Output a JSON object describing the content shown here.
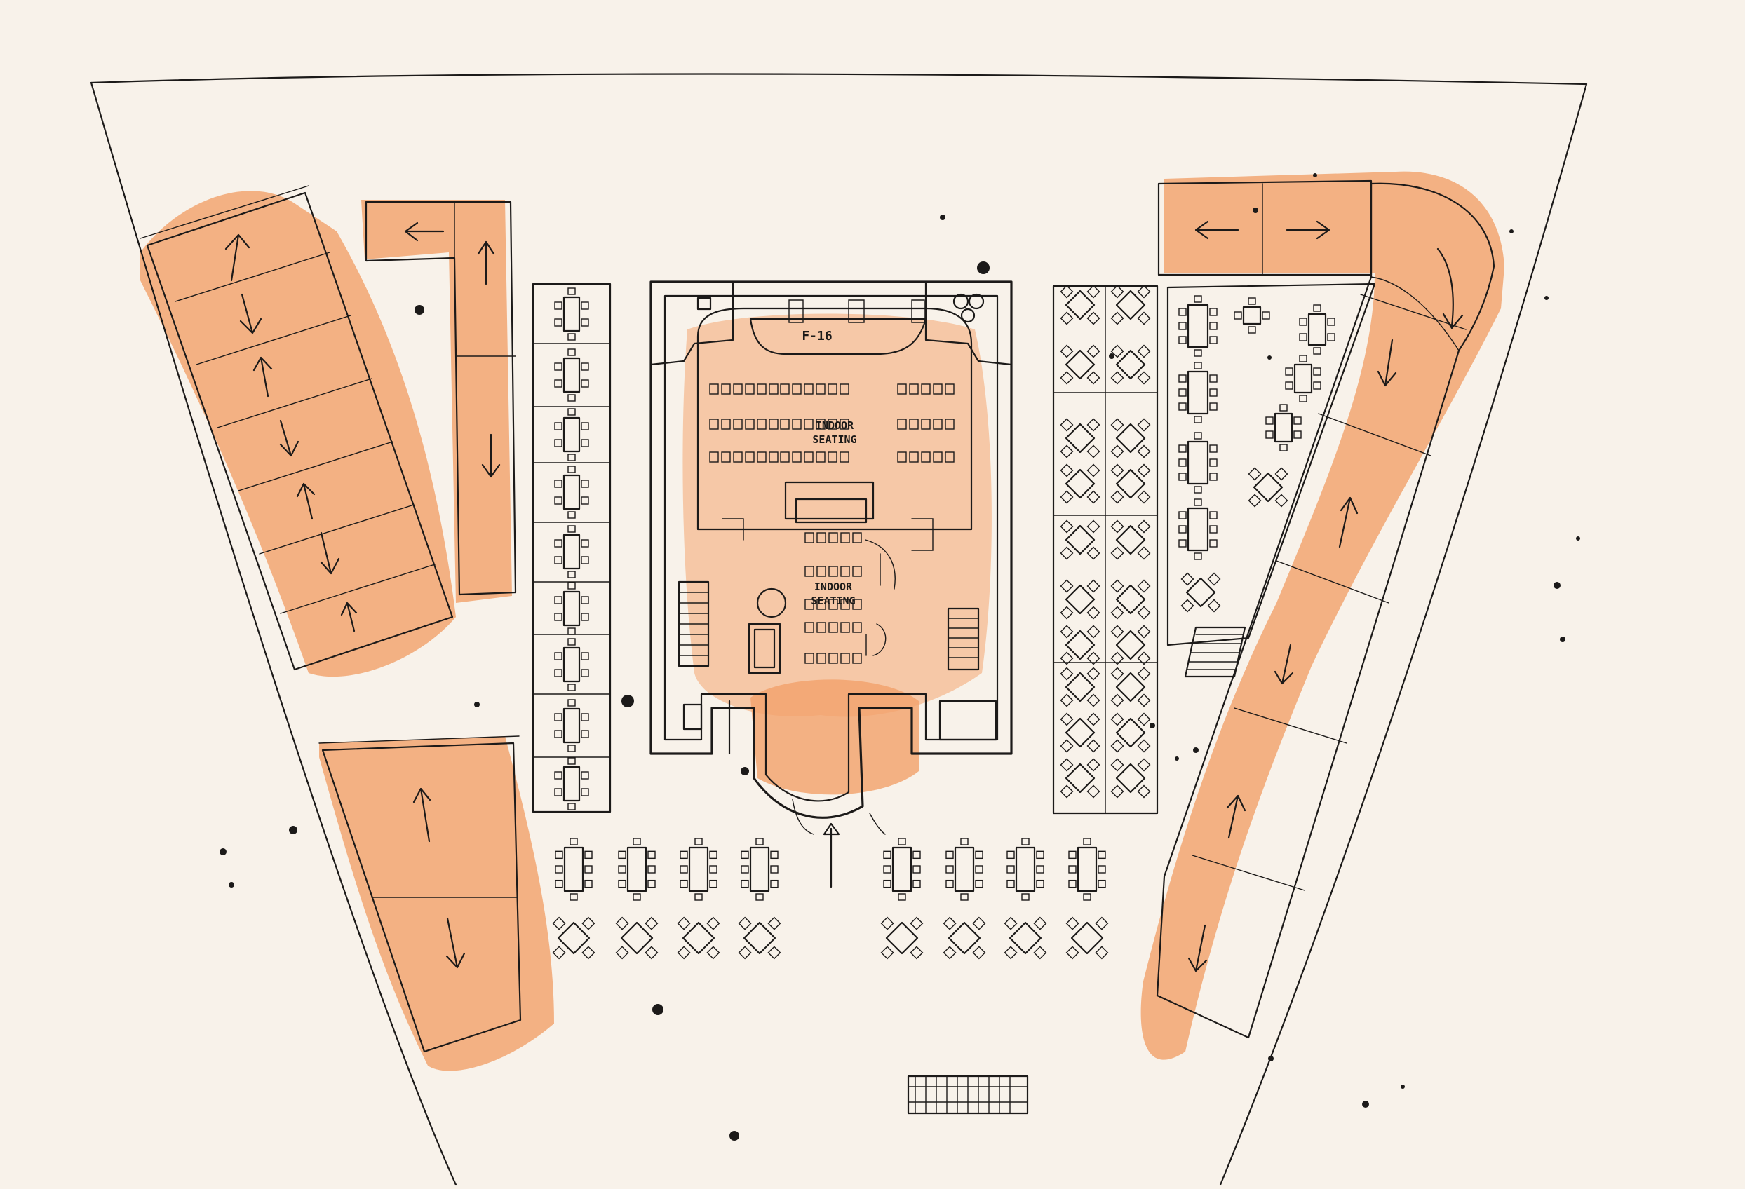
{
  "labels": {
    "room_code": "F-16",
    "upper_seating_line1": "INDOOR",
    "upper_seating_line2": "SEATING",
    "lower_seating_line1": "INDOOR",
    "lower_seating_line2": "SEATING"
  },
  "colors": {
    "paper": "#f8f2ea",
    "ink": "#1c1a19",
    "watercolor_orange": "#f2a26c"
  }
}
